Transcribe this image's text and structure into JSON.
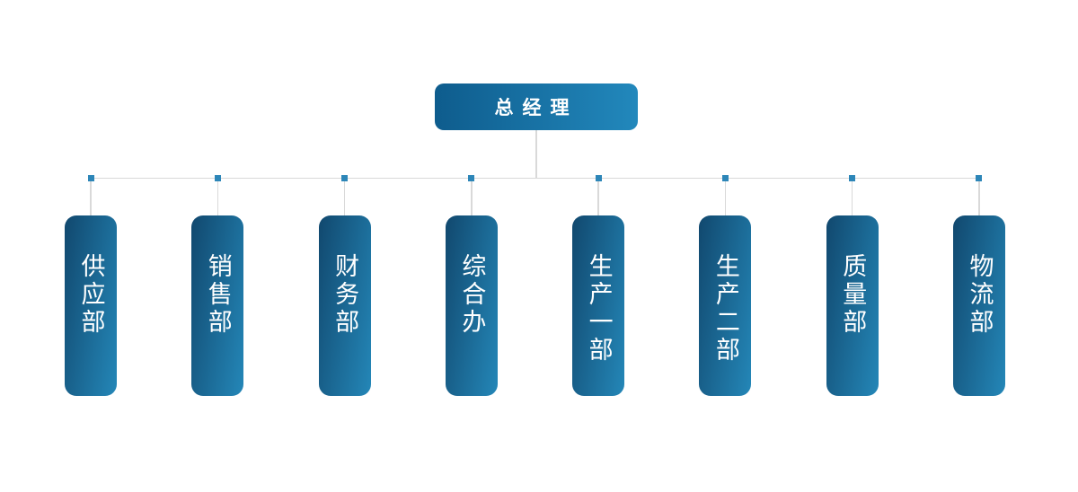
{
  "org_chart": {
    "root": {
      "label": "总经理"
    },
    "departments": [
      {
        "label": "供应部"
      },
      {
        "label": "销售部"
      },
      {
        "label": "财务部"
      },
      {
        "label": "综合办"
      },
      {
        "label": "生产一部"
      },
      {
        "label": "生产二部"
      },
      {
        "label": "质量部"
      },
      {
        "label": "物流部"
      }
    ],
    "colors": {
      "root_gradient_start": "#0e5c8d",
      "root_gradient_end": "#2288bc",
      "dept_gradient_start": "#11486e",
      "dept_gradient_end": "#2487b8",
      "connector_line": "#d9d9d9",
      "connector_node": "#2d86b8",
      "label_text": "#ffffff",
      "background": "#ffffff"
    }
  }
}
